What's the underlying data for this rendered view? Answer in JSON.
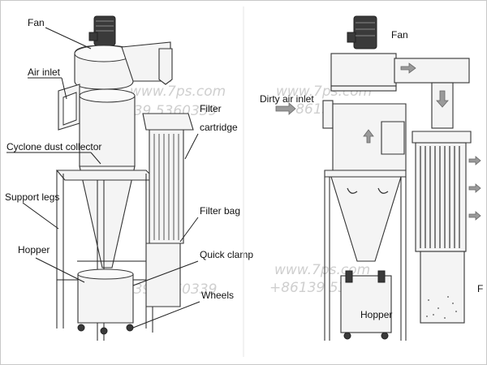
{
  "left_labels": {
    "fan": "Fan",
    "air_inlet": "Air inlet",
    "filter_cartridge_1": "Filter",
    "filter_cartridge_2": "cartridge",
    "cyclone": "Cyclone dust collector",
    "support_legs": "Support legs",
    "filter_bag": "Filter bag",
    "hopper": "Hopper",
    "quick_clamp": "Quick clamp",
    "wheels": "Wheels"
  },
  "right_labels": {
    "fan": "Fan",
    "dirty_air_inlet": "Dirty air inlet",
    "hopper": "Hopper",
    "cut_letter": "F"
  },
  "watermark": {
    "site": "www.7ps.com",
    "phone": "+86139 5360339"
  },
  "icons": [
    "motor-icon",
    "flow-arrow-icon"
  ],
  "colors": {
    "line": "#222222",
    "fill": "#f4f4f4",
    "watermark": "#cfcfcf"
  }
}
